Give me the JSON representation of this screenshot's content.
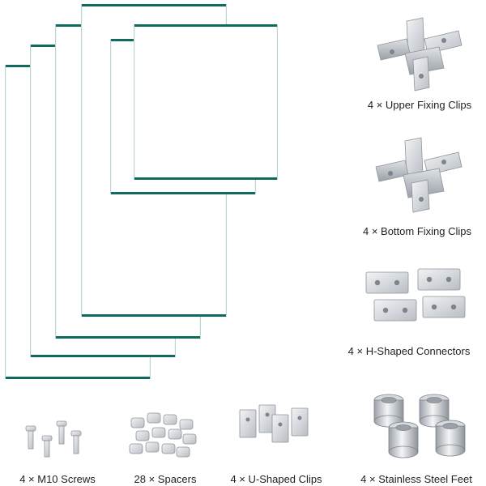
{
  "colors": {
    "glass_edge": "#0f6b5e",
    "metal_light": "#e9ebee",
    "metal_mid": "#c6cacf",
    "metal_dark": "#8e949b"
  },
  "components": {
    "upper_clips": "4 × Upper Fixing Clips",
    "bottom_clips": "4 × Bottom Fixing Clips",
    "h_connectors": "4 × H-Shaped Connectors",
    "m10_screws": "4 × M10 Screws",
    "spacers": "28 × Spacers",
    "u_clips": "4 × U-Shaped Clips",
    "steel_feet": "4 × Stainless Steel Feet"
  }
}
